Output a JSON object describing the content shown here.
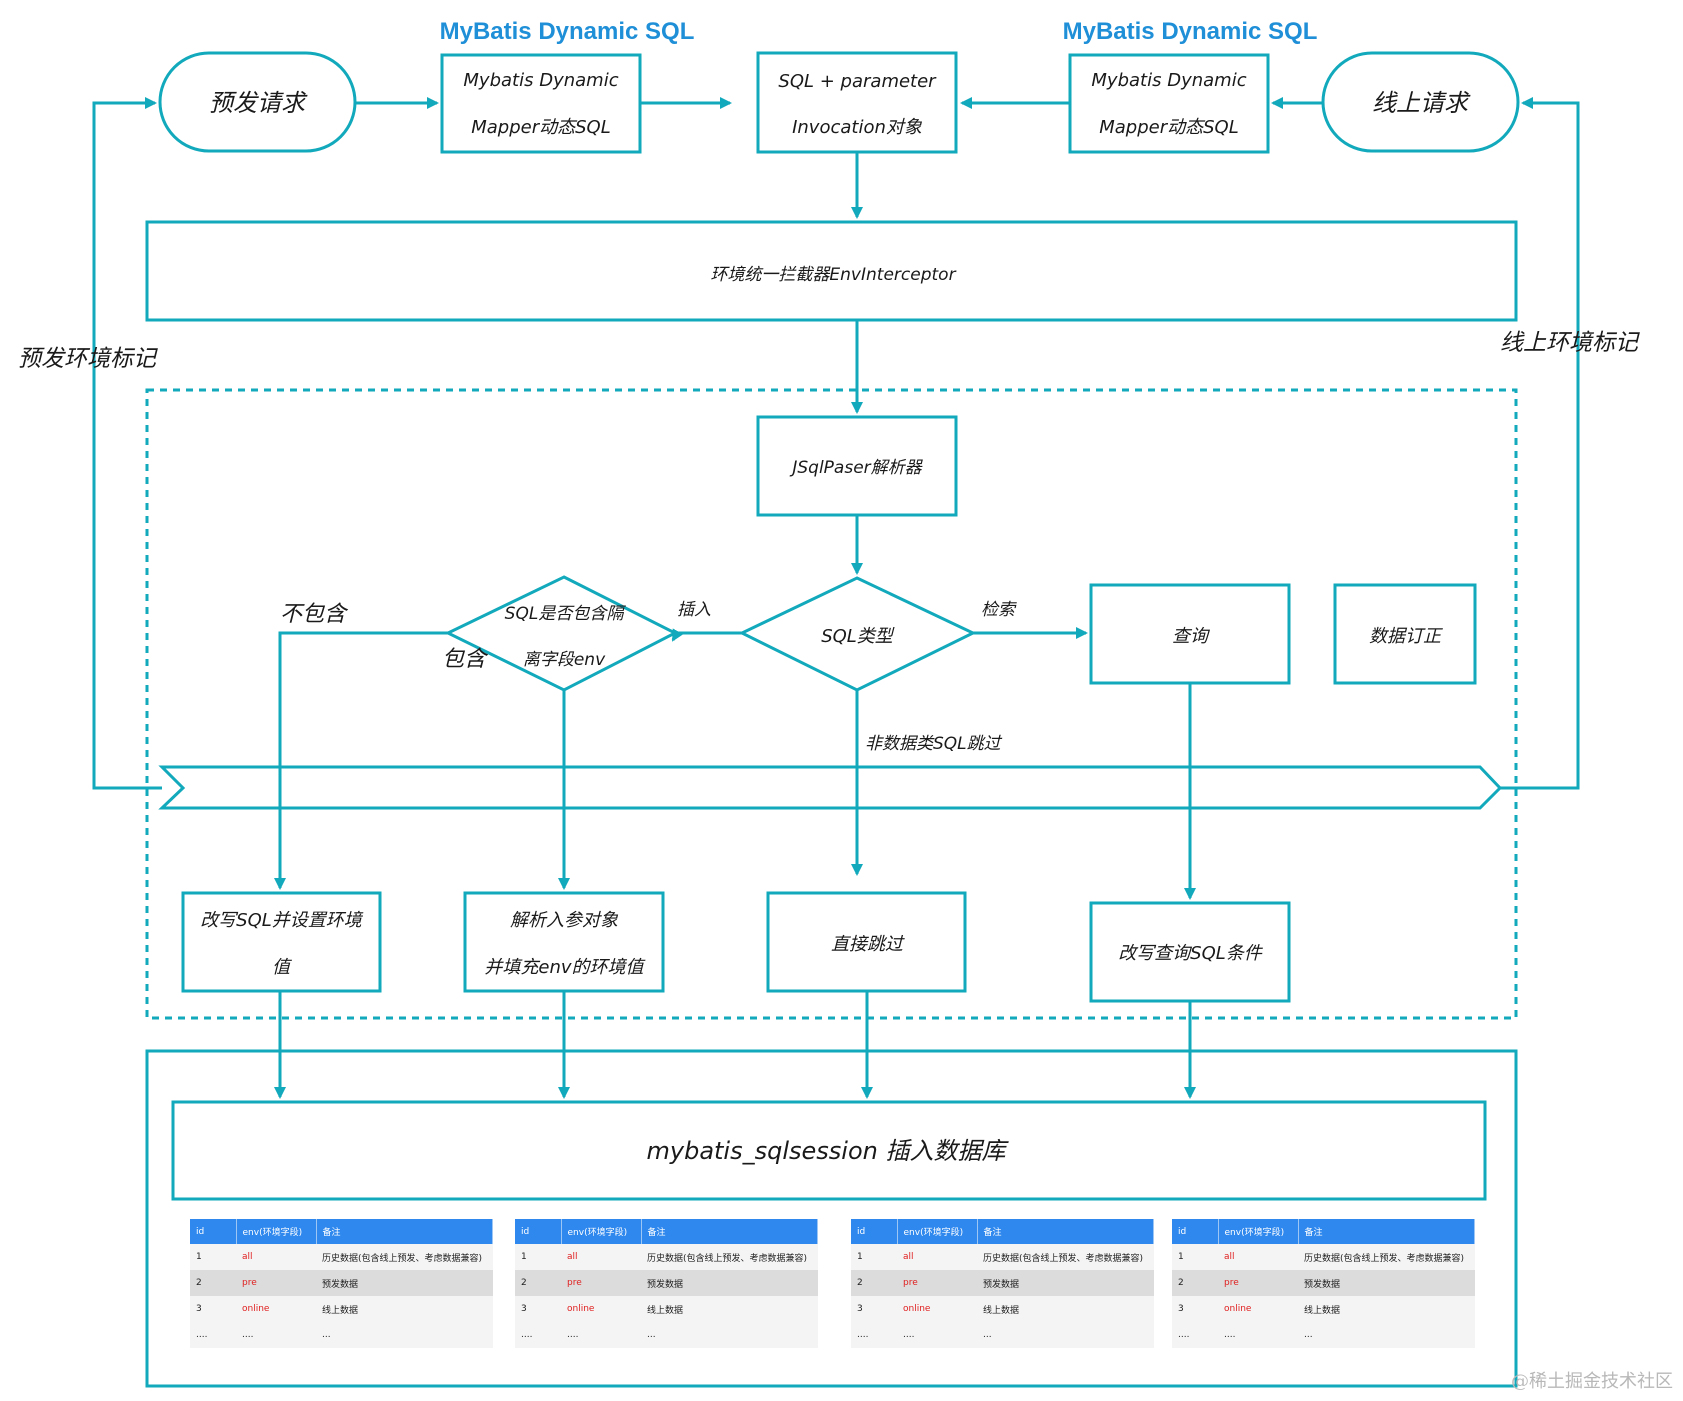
{
  "titles": {
    "left": "MyBatis Dynamic SQL",
    "right": "MyBatis Dynamic SQL"
  },
  "nodes": {
    "pre_request": "预发请求",
    "online_request": "线上请求",
    "mapper_left_line1": "Mybatis Dynamic",
    "mapper_left_line2": "Mapper动态SQL",
    "mapper_right_line1": "Mybatis Dynamic",
    "mapper_right_line2": "Mapper动态SQL",
    "invocation_line1": "SQL + parameter",
    "invocation_line2": "Invocation对象",
    "interceptor": "环境统一拦截器EnvInterceptor",
    "parser": "JSqlPaser解析器",
    "sql_type": "SQL类型",
    "contains_env_line1": "SQL是否包含隔",
    "contains_env_line2": "离字段env",
    "query": "查询",
    "data_fix": "数据订正",
    "rewrite_set_line1": "改写SQL并设置环境",
    "rewrite_set_line2": "值",
    "parse_params_line1": "解析入参对象",
    "parse_params_line2": "并填充env的环境值",
    "skip": "直接跳过",
    "rewrite_query": "改写查询SQL条件",
    "sqlsession": "mybatis_sqlsession 插入数据库"
  },
  "edge_labels": {
    "pre_env_mark": "预发环境标记",
    "online_env_mark": "线上环境标记",
    "not_contains": "不包含",
    "contains": "包含",
    "insert": "插入",
    "retrieve": "检索",
    "non_data_skip": "非数据类SQL跳过"
  },
  "table": {
    "headers": [
      "id",
      "env(环境字段)",
      "备注"
    ],
    "rows": [
      [
        "1",
        "all",
        "历史数据(包含线上预发、考虑数据兼容)"
      ],
      [
        "2",
        "pre",
        "预发数据"
      ],
      [
        "3",
        "online",
        "线上数据"
      ],
      [
        "....",
        "....",
        "..."
      ]
    ]
  },
  "watermark": "@稀土掘金技术社区",
  "colors": {
    "stroke": "#11a9bb",
    "title": "#1f8fd8",
    "table_header": "#2f88ee",
    "env_value": "#e02020"
  }
}
